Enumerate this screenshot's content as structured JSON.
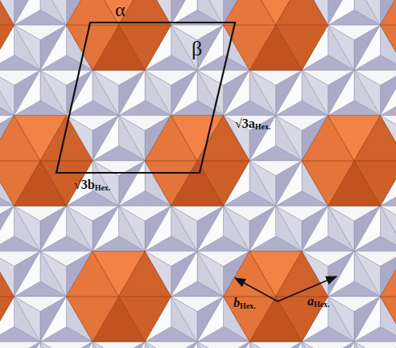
{
  "diagram": {
    "labels": [
      "α",
      "β",
      "√3a",
      "Hex.",
      "√3b",
      "Hex.",
      "b",
      "Hex.",
      "a",
      "Hex."
    ]
  }
}
